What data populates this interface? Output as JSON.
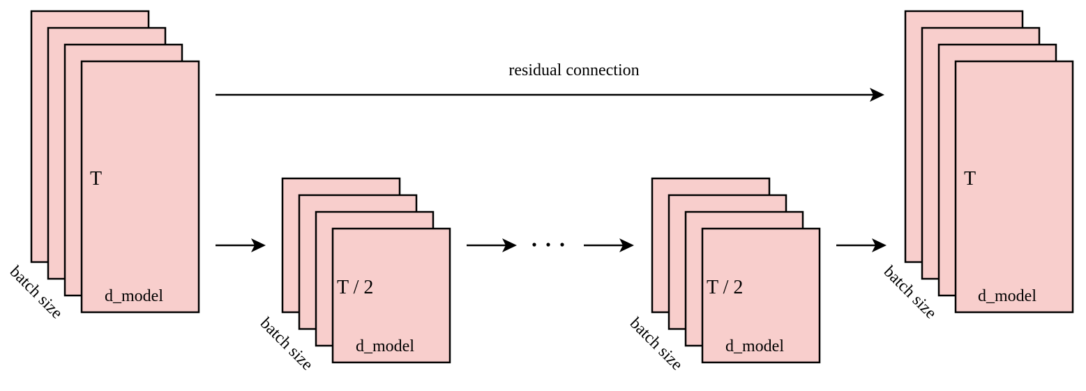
{
  "residual_label": "residual connection",
  "stacks": [
    {
      "id": "input",
      "height_label": "T",
      "width_label": "d_model",
      "depth_label": "batch size"
    },
    {
      "id": "downsampled-1",
      "height_label": "T / 2",
      "width_label": "d_model",
      "depth_label": "batch size"
    },
    {
      "id": "downsampled-2",
      "height_label": "T / 2",
      "width_label": "d_model",
      "depth_label": "batch size"
    },
    {
      "id": "output",
      "height_label": "T",
      "width_label": "d_model",
      "depth_label": "batch size"
    }
  ],
  "ellipsis": "· · ·"
}
